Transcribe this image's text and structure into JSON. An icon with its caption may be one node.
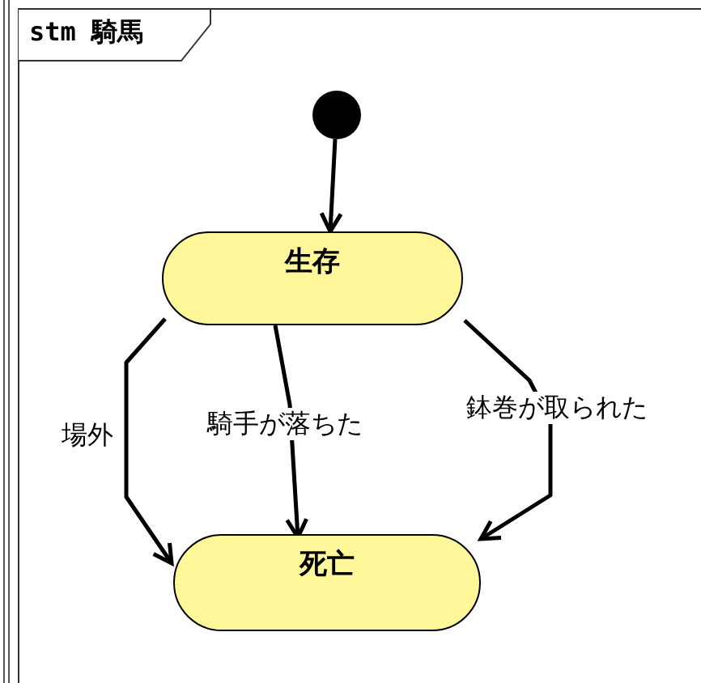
{
  "diagram": {
    "title": "stm 騎馬",
    "nodes": [
      {
        "text": [],
        "shape": "circle"
      },
      {
        "text": [
          "生存"
        ]
      },
      {
        "text": [
          "死亡"
        ]
      }
    ],
    "edges": [
      {
        "from": 0,
        "to": 1,
        "arrow": "to"
      },
      {
        "from": 1,
        "to": 2,
        "arrow": "to",
        "label": "場外"
      },
      {
        "from": 1,
        "to": 2,
        "arrow": "to",
        "label": "騎手が落ちた"
      },
      {
        "from": 1,
        "to": 2,
        "arrow": "to",
        "label": "鉢巻が取られた"
      }
    ]
  }
}
